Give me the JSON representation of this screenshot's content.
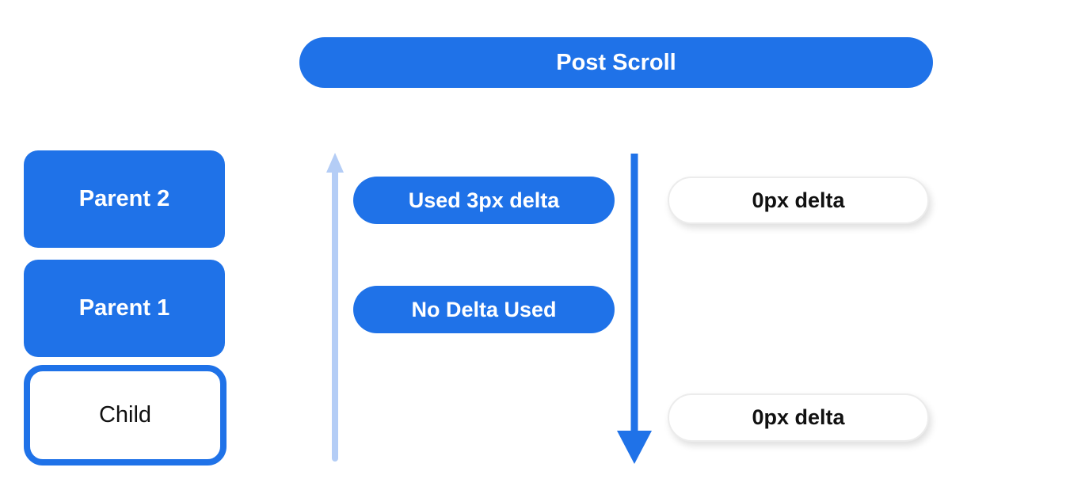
{
  "canvas": {
    "background": "#ffffff"
  },
  "colors": {
    "primary_blue": "#1f72e8",
    "light_blue": "#b4cdf6",
    "pill_border": "#ececec",
    "text_dark": "#111111",
    "text_white": "#ffffff"
  },
  "header": {
    "label": "Post Scroll"
  },
  "stack": {
    "items": [
      {
        "id": "parent-2",
        "label": "Parent 2",
        "variant": "filled"
      },
      {
        "id": "parent-1",
        "label": "Parent 1",
        "variant": "filled"
      },
      {
        "id": "child",
        "label": "Child",
        "variant": "outlined"
      }
    ]
  },
  "arrows": [
    {
      "name": "up-arrow",
      "direction": "up",
      "color": "#b4cdf6"
    },
    {
      "name": "down-arrow",
      "direction": "down",
      "color": "#1f72e8"
    }
  ],
  "annotations": {
    "used_delta": "Used 3px delta",
    "no_delta": "No Delta Used",
    "zero_delta_top": "0px delta",
    "zero_delta_bottom": "0px delta"
  }
}
